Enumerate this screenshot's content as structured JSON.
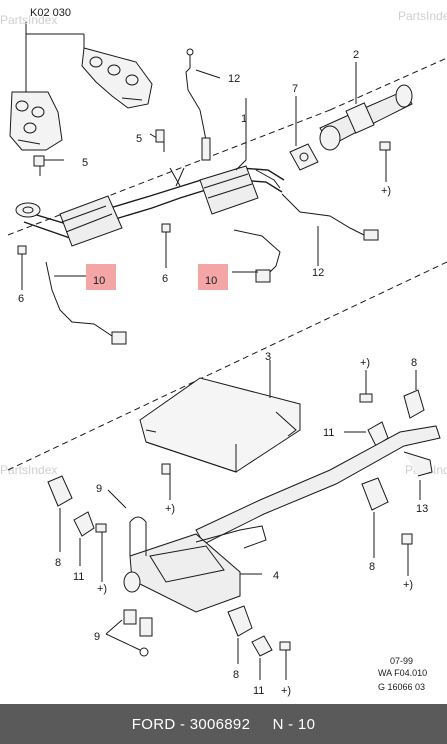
{
  "diagram": {
    "header_code": "K02 030",
    "watermarks": [
      "PartsIndex",
      "PartsIndex",
      "PartsIndex",
      "PartsIndex"
    ],
    "labels": {
      "l1": "1",
      "l2": "2",
      "l3": "3",
      "l4": "4",
      "l5a": "5",
      "l5b": "5",
      "l6a": "6",
      "l6b": "6",
      "l7": "7",
      "l8a": "8",
      "l8b": "8",
      "l8c": "8",
      "l8d": "8",
      "l9a": "9",
      "l9b": "9",
      "l10a": "10",
      "l10b": "10",
      "l11a": "11",
      "l11b": "11",
      "l11c": "11",
      "l12a": "12",
      "l12b": "12",
      "l13": "13",
      "plus1": "+)",
      "plus2": "+)",
      "plus3": "+)",
      "plus4": "+)",
      "plus5": "+)",
      "plus6": "+)"
    },
    "stamp": {
      "date": "07-99",
      "ref": "WA F04.010",
      "code": "G 16066 03"
    },
    "highlight_color": "#f4a5a5"
  },
  "footer": {
    "brand": "FORD",
    "separator": " - ",
    "part_number": "3006892",
    "position": "N - 10"
  }
}
